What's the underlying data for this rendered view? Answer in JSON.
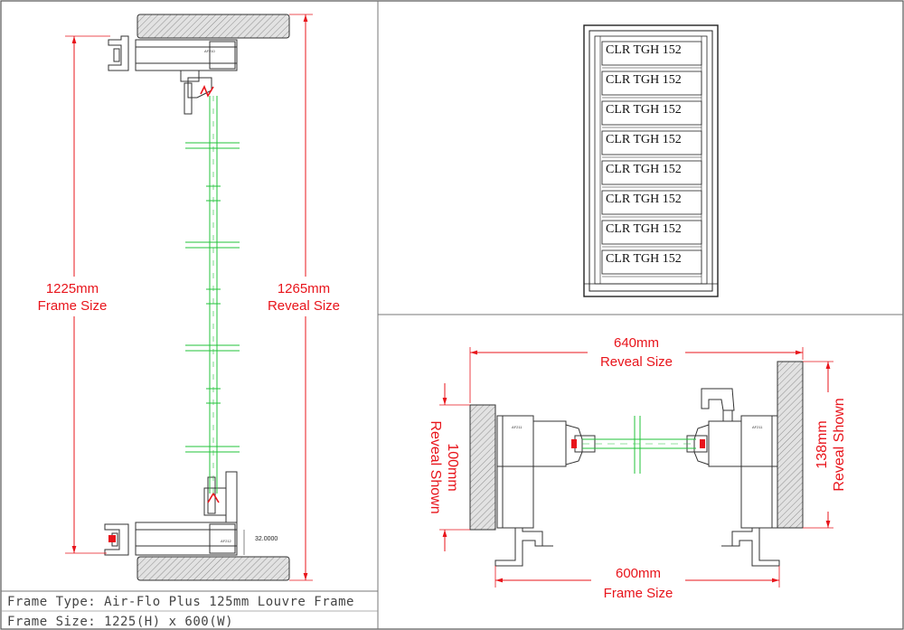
{
  "side_section": {
    "frame_dim": {
      "value": "1225mm",
      "label": "Frame Size"
    },
    "reveal_dim": {
      "value": "1265mm",
      "label": "Reveal Size"
    },
    "small_dim": "32.0000",
    "profile_labels": [
      "AF210",
      "AF212"
    ]
  },
  "front_elevation": {
    "blade_label": "CLR TGH 152",
    "blade_count": 8
  },
  "plan_section": {
    "reveal_dim": {
      "value": "640mm",
      "label": "Reveal Size"
    },
    "frame_dim": {
      "value": "600mm",
      "label": "Frame Size"
    },
    "left_reveal_shown": {
      "value": "100mm",
      "label": "Reveal Shown"
    },
    "right_reveal_shown": {
      "value": "138mm",
      "label": "Reveal Shown"
    },
    "profile_labels": [
      "AF211",
      "AF211"
    ]
  },
  "title_block": {
    "frame_type": "Frame Type: Air-Flo Plus 125mm Louvre Frame",
    "frame_size": "Frame Size: 1225(H) x 600(W)"
  },
  "colors": {
    "dimension": "#e8141b",
    "glass": "#22c33a",
    "line": "#333333",
    "wall_fill": "#d9d9d9"
  }
}
